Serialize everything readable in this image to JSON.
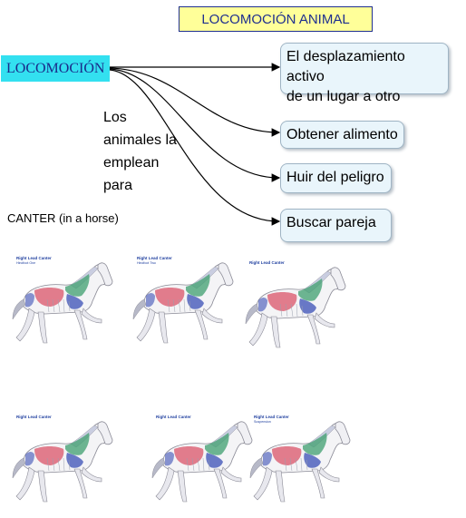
{
  "title": "LOCOMOCIÓN ANIMAL",
  "source_node": "LOCOMOCIÓN",
  "connector_text": [
    "Los",
    "animales la",
    "emplean",
    "para"
  ],
  "targets": [
    {
      "lines": [
        "El desplazamiento activo",
        "de un lugar a otro"
      ]
    },
    {
      "lines": [
        "Obtener alimento"
      ]
    },
    {
      "lines": [
        "Huir del peligro"
      ]
    },
    {
      "lines": [
        "Buscar pareja"
      ]
    }
  ],
  "section_label": "CANTER (in a horse)",
  "figures": [
    {
      "label": "Right Lead Canter",
      "sub": "Hindfoot One"
    },
    {
      "label": "Right Lead Canter",
      "sub": "Hindfoot Two"
    },
    {
      "label": "Right Lead Canter",
      "sub": ""
    },
    {
      "label": "Right Lead Canter",
      "sub": ""
    },
    {
      "label": "Right Lead Canter",
      "sub": ""
    },
    {
      "label": "Right Lead Canter",
      "sub": "Suspension"
    }
  ],
  "colors": {
    "title_bg": "#ffff99",
    "source_bg": "#33e0f0",
    "target_bg": "#e9f5fb",
    "arrow": "#000000",
    "muscle_red": "#d9485f",
    "muscle_blue": "#3a4fb5",
    "muscle_green": "#3f9f6f"
  }
}
